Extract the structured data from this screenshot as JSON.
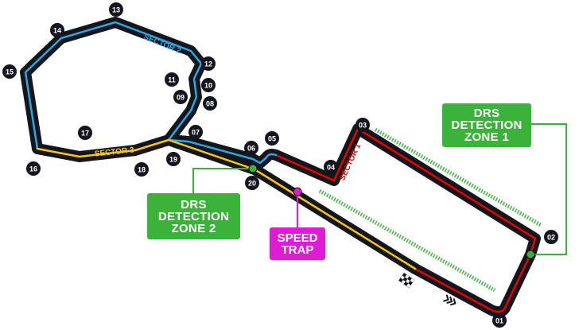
{
  "turns": [
    "01",
    "02",
    "03",
    "04",
    "05",
    "06",
    "07",
    "08",
    "09",
    "10",
    "11",
    "12",
    "13",
    "14",
    "15",
    "16",
    "17",
    "18",
    "19",
    "20"
  ],
  "sectors": {
    "s1": "SECTOR 1",
    "s2": "SECTOR 2",
    "s3": "SECTOR 3"
  },
  "drs_zone_1": {
    "line1": "DRS",
    "line2": "DETECTION",
    "line3": "ZONE 1"
  },
  "drs_zone_2": {
    "line1": "DRS",
    "line2": "DETECTION",
    "line3": "ZONE 2"
  },
  "speed_trap": {
    "line1": "SPEED",
    "line2": "TRAP"
  },
  "colors": {
    "track": "#15151e",
    "sector1": "#e10600",
    "sector2": "#2fa6dc",
    "sector3": "#f5c518",
    "drs": "#3bb33a",
    "speed_trap": "#e01bd6",
    "marker_text": "#ffffff"
  },
  "icons": {
    "start_finish": "chequered-flag-icon",
    "direction": "direction-chevrons-icon"
  }
}
